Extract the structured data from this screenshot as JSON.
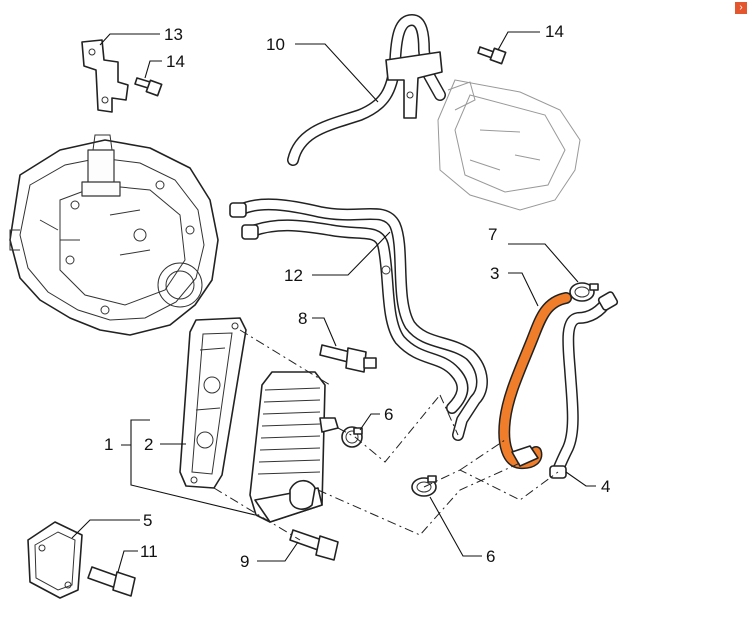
{
  "diagram": {
    "callouts": [
      {
        "id": "c13",
        "text": "13"
      },
      {
        "id": "c14a",
        "text": "14"
      },
      {
        "id": "c10",
        "text": "10"
      },
      {
        "id": "c14b",
        "text": "14"
      },
      {
        "id": "c7",
        "text": "7"
      },
      {
        "id": "c3",
        "text": "3"
      },
      {
        "id": "c12",
        "text": "12"
      },
      {
        "id": "c8",
        "text": "8"
      },
      {
        "id": "c6a",
        "text": "6"
      },
      {
        "id": "c1",
        "text": "1"
      },
      {
        "id": "c2",
        "text": "2"
      },
      {
        "id": "c4",
        "text": "4"
      },
      {
        "id": "c5",
        "text": "5"
      },
      {
        "id": "c11",
        "text": "11"
      },
      {
        "id": "c9",
        "text": "9"
      },
      {
        "id": "c6b",
        "text": "6"
      }
    ],
    "highlight_color": "#f07d2a",
    "highlighted_part": "3",
    "corner_icon": "close-icon"
  }
}
